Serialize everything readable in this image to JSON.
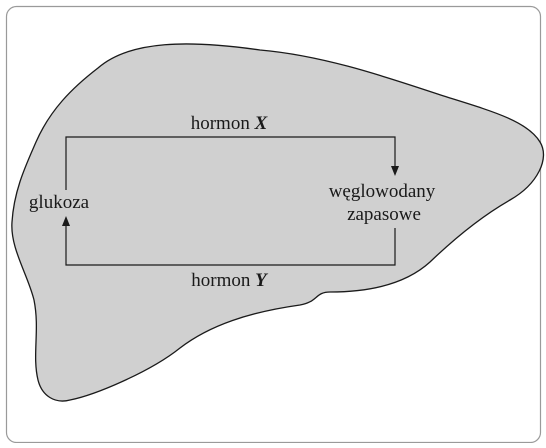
{
  "colors": {
    "liver_fill": "#d0d0d0",
    "outline": "#1a1a1a",
    "frame_border": "#9a9a9a",
    "background": "#ffffff"
  },
  "labels": {
    "top_hormone_prefix": "hormon",
    "top_hormone_letter": "X",
    "bottom_hormone_prefix": "hormon",
    "bottom_hormone_letter": "Y",
    "left_substance": "glukoza",
    "right_substance_line1": "węglowodany",
    "right_substance_line2": "zapasowe"
  }
}
